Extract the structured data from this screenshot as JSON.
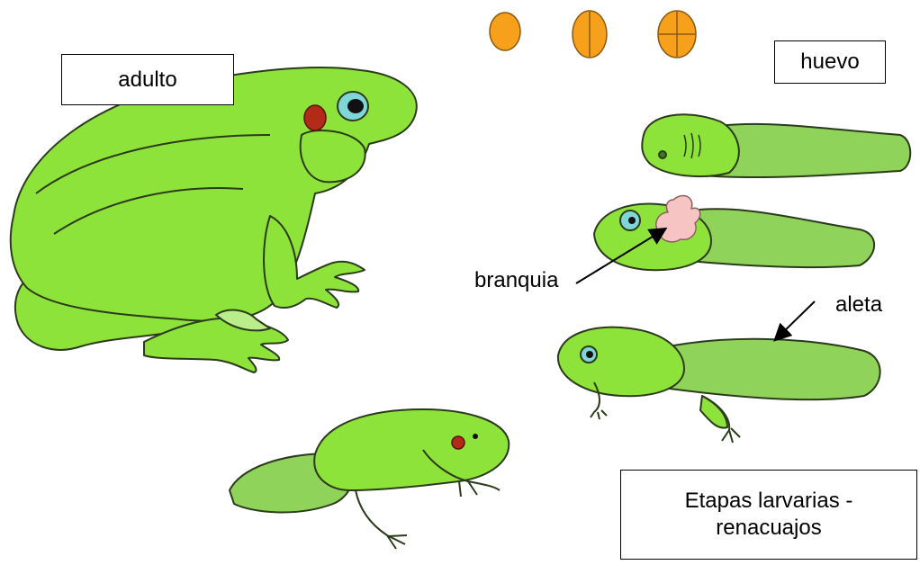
{
  "labels": {
    "adult": "adulto",
    "egg": "huevo",
    "gill": "branquia",
    "fin": "aleta",
    "larval_stages_line1": "Etapas larvarias -",
    "larval_stages_line2": "renacuajos"
  },
  "colors": {
    "body": "#8ee33a",
    "outline": "#2c3a1c",
    "egg": "#f7a01c",
    "eye_ring": "#7fd6d8",
    "eardrum": "#b22a18",
    "gill": "#f7c4c4",
    "fin": "#8fd35a"
  }
}
